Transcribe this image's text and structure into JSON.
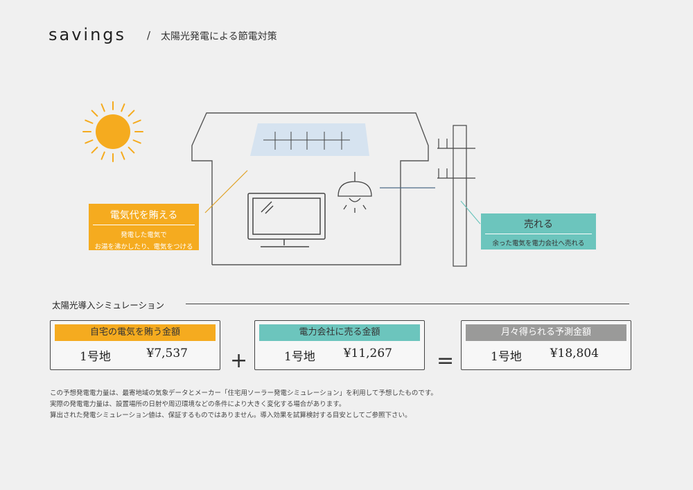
{
  "header": {
    "brand": "savings",
    "separator": "/",
    "subtitle": "太陽光発電による節電対策"
  },
  "colors": {
    "orange": "#f5ab1f",
    "teal": "#6cc5bd",
    "gray": "#9a9a99",
    "panel": "#d6e3f0"
  },
  "illustration": {
    "icons": [
      "sun-icon",
      "house-outline",
      "solar-panel",
      "pendant-lamp-icon",
      "tv-icon",
      "utility-pole-icon"
    ]
  },
  "callouts": {
    "store": {
      "title": "電気代を賄える",
      "lines": [
        "発電した電気で",
        "お湯を沸かしたり、電気をつける"
      ]
    },
    "sell": {
      "title": "売れる",
      "lines": [
        "余った電気を電力会社へ売れる"
      ]
    }
  },
  "simulation": {
    "heading": "太陽光導入シミュレーション",
    "boxes": [
      {
        "label": "自宅の電気を賄う金額",
        "lot": "1号地",
        "amount": "¥7,537"
      },
      {
        "label": "電力会社に売る金額",
        "lot": "1号地",
        "amount": "¥11,267"
      },
      {
        "label": "月々得られる予測金額",
        "lot": "1号地",
        "amount": "¥18,804"
      }
    ],
    "plus": "+",
    "equals": "="
  },
  "notes": [
    "この予想発電電力量は、最寄地域の気象データとメーカー「住宅用ソーラー発電シミュレーション」を利用して予想したものです。",
    "実際の発電電力量は、設置場所の日射や周辺環境などの条件により大きく変化する場合があります。",
    "算出された発電シミュレーション値は、保証するものではありません。導入効果を試算検討する目安としてご参照下さい。"
  ]
}
